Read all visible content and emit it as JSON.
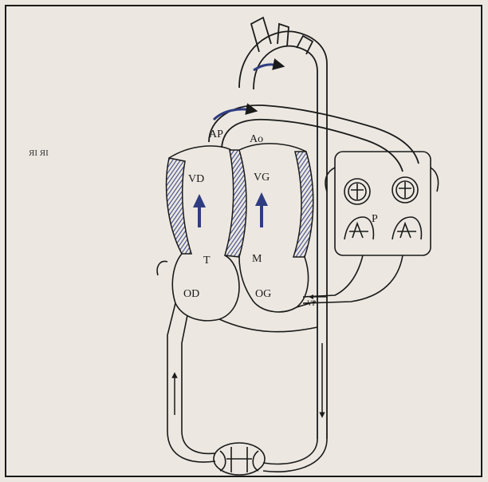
{
  "corner_mark": "ЯІ ЯІ",
  "labels": {
    "AP": "AP",
    "Ao": "Ao",
    "VD": "VD",
    "VG": "VG",
    "T": "T",
    "M": "M",
    "OD": "OD",
    "OG": "OG",
    "P": "P",
    "VP": "VP"
  },
  "colors": {
    "ink": "#1a1a1a",
    "hatch": "#3d4a8a",
    "arrow": "#2f3c82",
    "paper": "#ece8e1"
  }
}
